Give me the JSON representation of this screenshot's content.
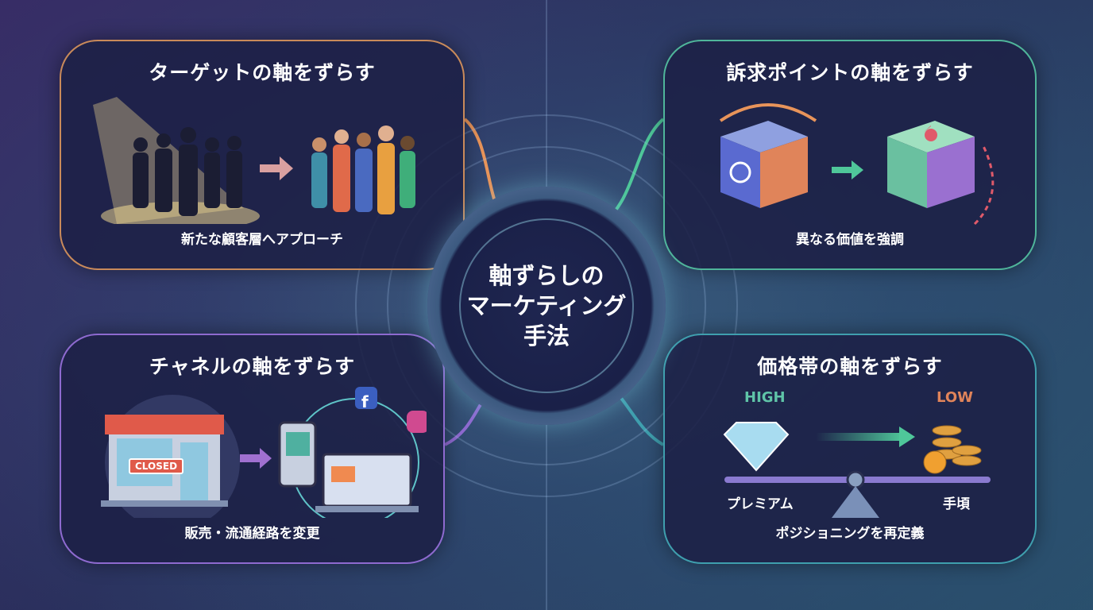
{
  "center": {
    "title_lines": [
      "軸ずらしの",
      "マーケティング",
      "手法"
    ]
  },
  "panels": {
    "target": {
      "title": "ターゲットの軸をずらす",
      "subtitle": "新たな顧客層へアプローチ"
    },
    "appeal": {
      "title": "訴求ポイントの軸をずらす",
      "subtitle": "異なる価値を強調"
    },
    "channel": {
      "title": "チャネルの軸をずらす",
      "subtitle": "販売・流通経路を変更",
      "sign": "CLOSED",
      "social": [
        "f"
      ]
    },
    "price": {
      "title": "価格帯の軸をずらす",
      "subtitle": "ポジショニングを再定義",
      "high": "HIGH",
      "low": "LOW",
      "left_label": "プレミアム",
      "right_label": "手頃"
    }
  },
  "colors": {
    "orange": "#e8945a",
    "green": "#4fc79a",
    "purple": "#8e6ad0",
    "teal": "#3f9fae",
    "high": "#5fc4a8",
    "low": "#e0845a"
  }
}
